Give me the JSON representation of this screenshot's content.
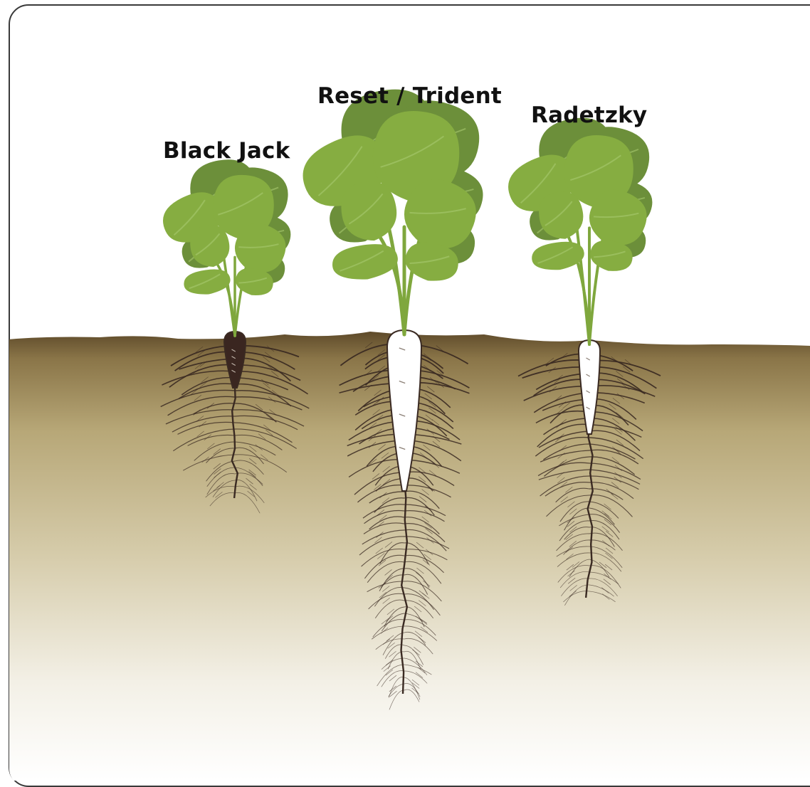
{
  "plants": [
    {
      "label": "Black Jack",
      "root_color": "root-dark"
    },
    {
      "label": "Reset / Trident",
      "root_color": "root-white"
    },
    {
      "label": "Radetzky",
      "root_color": "root-white"
    }
  ],
  "colors": {
    "leaf_dark": "#6c8f3a",
    "leaf_light": "#86ad41",
    "stem": "#7fa73d",
    "soil_top": "#6b5530",
    "soil_mid": "#b9ab7c",
    "soil_fade": "#ffffff",
    "root_line": "#3a2a22",
    "root_dark": "#3a2620",
    "root_white": "#ffffff"
  }
}
